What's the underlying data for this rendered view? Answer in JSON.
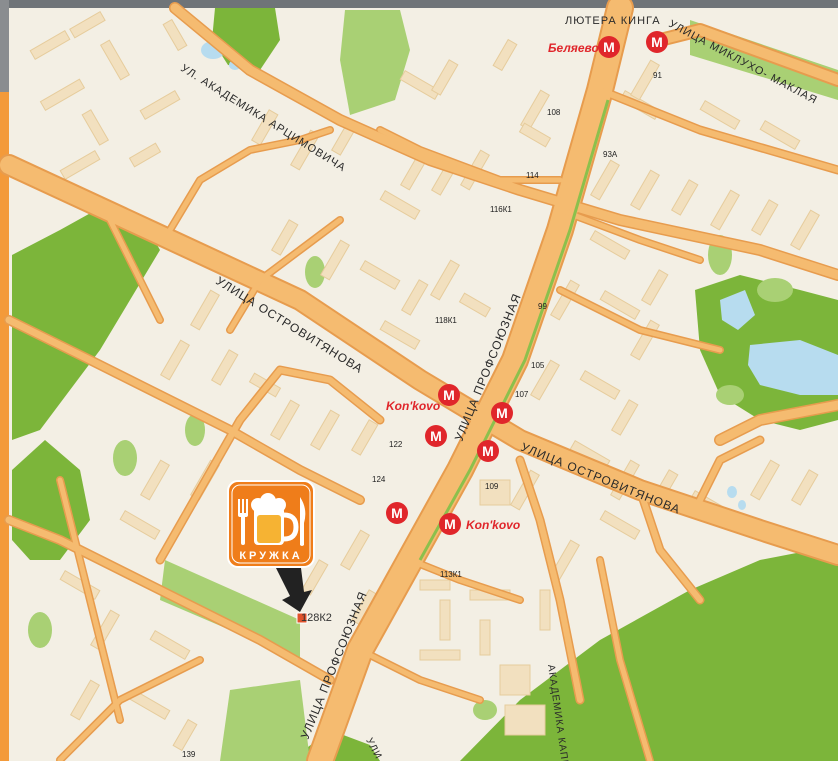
{
  "streets": {
    "profsoyuznaya_a": "УЛИЦА ПРОФСОЮЗНАЯ",
    "profsoyuznaya_b": "УЛИЦА ПРОФСОЮЗНАЯ",
    "ostrovityanova_a": "УЛИЦА ОСТРОВИТЯНОВА",
    "ostrovityanova_b": "УЛИЦА ОСТРОВИТЯНОВА",
    "artsimovicha": "УЛ. АКАДЕМИКА АРЦИМОВИЧА",
    "lyutera_kinga": "ЛЮТЕРА КИНГА",
    "miklukho_maklaya": "УЛИЦА МИКЛУХО- МАКЛАЯ",
    "kapitsy": "АКАДЕМИКА КАПИЦЫ",
    "bottom_fragment": "УЛИ"
  },
  "metro": {
    "belyaevo": "Беляево",
    "konkovo_1": "Kon'kovo",
    "konkovo_2": "Kon'kovo",
    "glyph": "M"
  },
  "houses": {
    "h91": "91",
    "h108": "108",
    "h93a": "93А",
    "h114": "114",
    "h116k1": "116К1",
    "h99": "99",
    "h118k1": "118К1",
    "h105": "105",
    "h107": "107",
    "h122": "122",
    "h124": "124",
    "h109": "109",
    "h113k1": "113К1",
    "h139": "139",
    "target": "128К2"
  },
  "logo": {
    "name": "КРУЖКА"
  },
  "colors": {
    "background": "#f3efe4",
    "road": "#f5bb70",
    "road_edge": "#e79c4e",
    "park": "#7cb53a",
    "water": "#b7dcef",
    "building": "#f2e0bf",
    "metro_red": "#e0262b",
    "logo_orange": "#ef7d1a",
    "marker": "#e0522b"
  }
}
